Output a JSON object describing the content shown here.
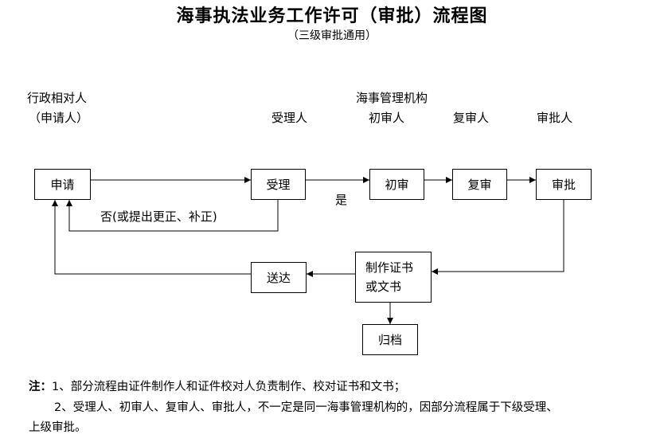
{
  "title": "海事执法业务工作许可（审批）流程图",
  "subtitle": "（三级审批通用）",
  "roles": {
    "applicant_line1": "行政相对人",
    "applicant_line2": "（申请人）",
    "agency": "海事管理机构",
    "acceptor": "受理人",
    "first_reviewer": "初审人",
    "second_reviewer": "复审人",
    "approver": "审批人"
  },
  "nodes": {
    "apply": "申请",
    "accept": "受理",
    "first_review": "初审",
    "second_review": "复审",
    "approve": "审批",
    "make_line1": "制作证书",
    "make_line2": "或文书",
    "deliver": "送达",
    "archive": "归档"
  },
  "edge_labels": {
    "yes": "是",
    "no": "否(或提出更正、补正)"
  },
  "notes": {
    "prefix": "注：",
    "line1": "1、部分流程由证件制作人和证件校对人负责制作、校对证书和文书；",
    "line2": "2、受理人、初审人、复审人、审批人，不一定是同一海事管理机构的，因部分流程属于下级受理、",
    "line3": "上级审批。"
  }
}
